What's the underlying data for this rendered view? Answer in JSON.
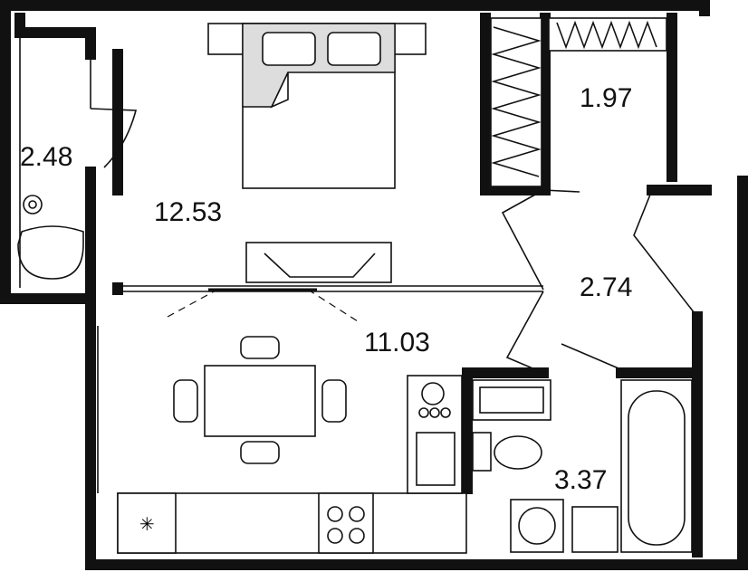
{
  "rooms": [
    {
      "name": "bathroom-left",
      "area": "2.48"
    },
    {
      "name": "bedroom",
      "area": "12.53"
    },
    {
      "name": "closet",
      "area": "1.97"
    },
    {
      "name": "hallway",
      "area": "2.74"
    },
    {
      "name": "kitchen-living",
      "area": "11.03"
    },
    {
      "name": "bathroom-right",
      "area": "3.37"
    }
  ],
  "colors": {
    "wall": "#111111",
    "accent_fill": "#dddddd",
    "background": "#ffffff"
  }
}
